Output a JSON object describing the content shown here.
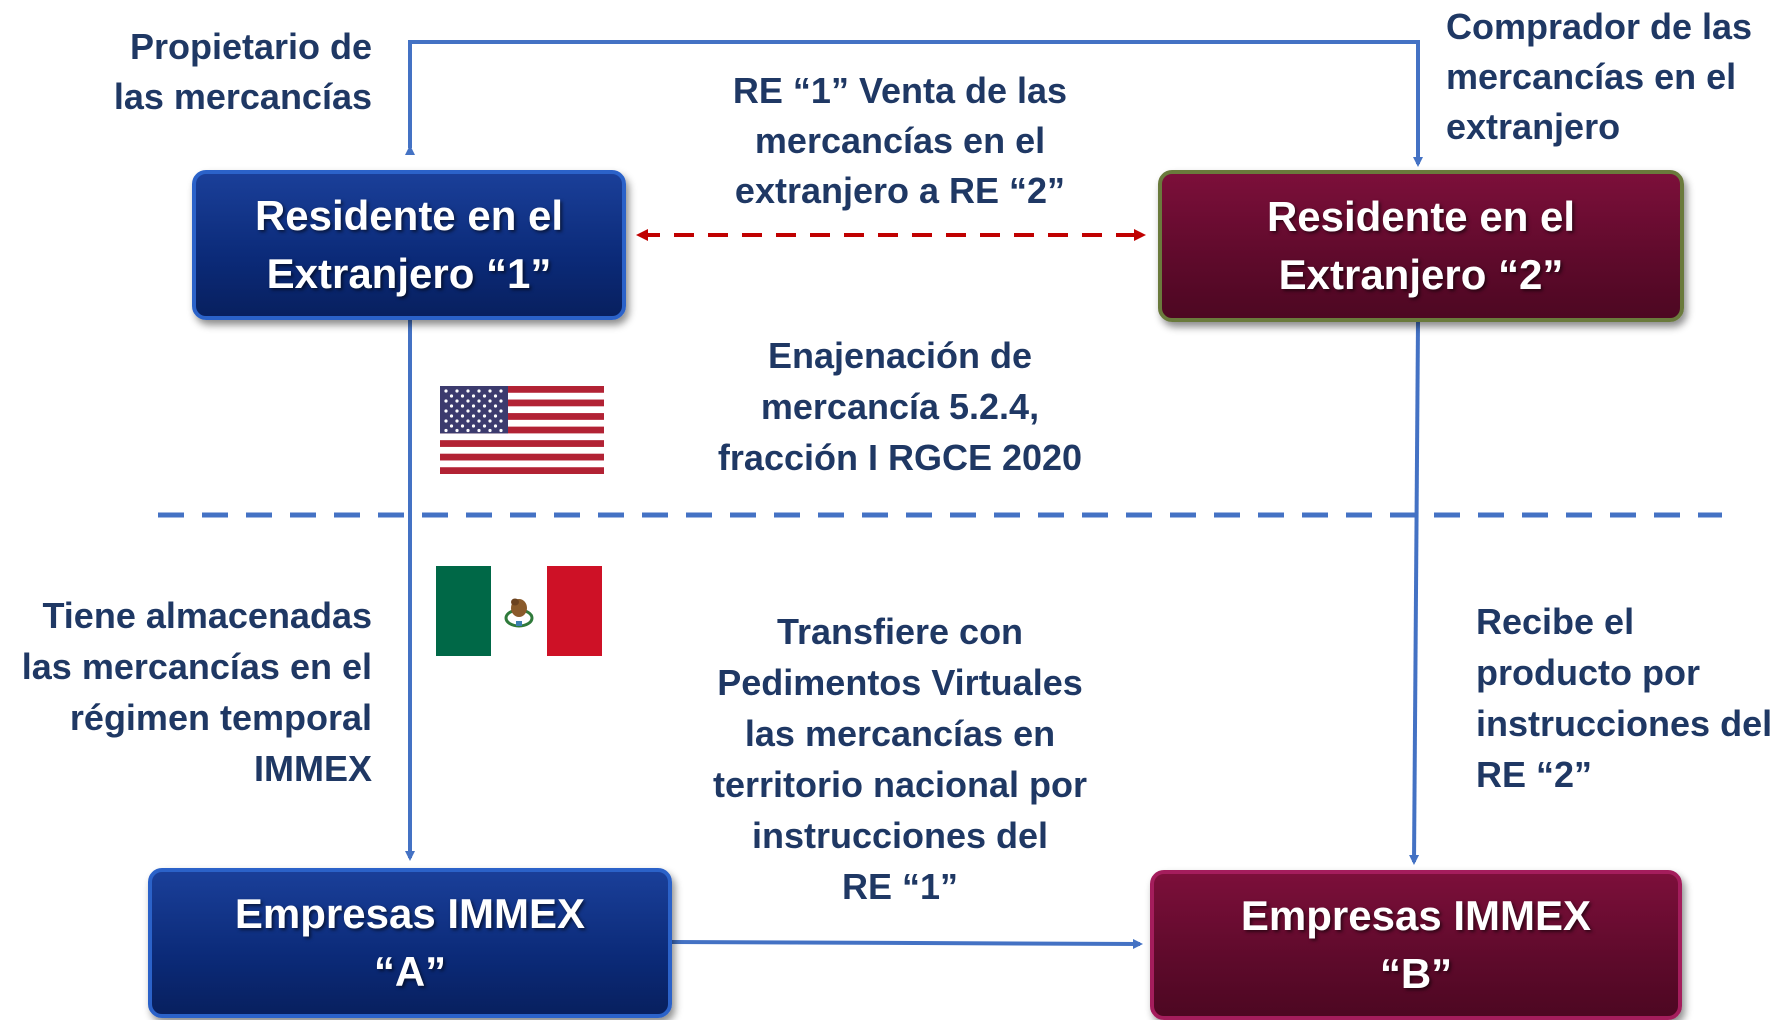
{
  "labels": {
    "owner": [
      "Propietario de",
      "las mercancías"
    ],
    "buyer": [
      "Comprador de las",
      "mercancías en el",
      "extranjero"
    ],
    "sale": [
      "RE “1” Venta de las",
      "mercancías en el",
      "extranjero a RE “2”"
    ],
    "alienation": [
      "Enajenación de",
      "mercancía 5.2.4,",
      "fracción I RGCE 2020"
    ],
    "stores": [
      "Tiene almacenadas",
      "las mercancías en el",
      "régimen temporal",
      "IMMEX"
    ],
    "transfers": [
      "Transfiere con",
      "Pedimentos Virtuales",
      "las mercancías en",
      "territorio nacional por",
      "instrucciones del",
      "RE “1”"
    ],
    "receives": [
      "Recibe el",
      "producto por",
      "instrucciones del",
      "RE “2”"
    ]
  },
  "boxes": {
    "re1": [
      "Residente en el",
      "Extranjero “1”"
    ],
    "re2": [
      "Residente en el",
      "Extranjero “2”"
    ],
    "immexA": [
      "Empresas IMMEX",
      "“A”"
    ],
    "immexB": [
      "Empresas IMMEX",
      "“B”"
    ]
  },
  "flags": {
    "top": "us-flag-icon",
    "bottom": "mexico-flag-icon"
  },
  "colors": {
    "text": "#1f3864",
    "blue_box": "#0b2a78",
    "maroon_box": "#5e0a2b",
    "connector": "#4472c4",
    "sale_arrow": "#c00000",
    "divider": "#4472c4"
  }
}
